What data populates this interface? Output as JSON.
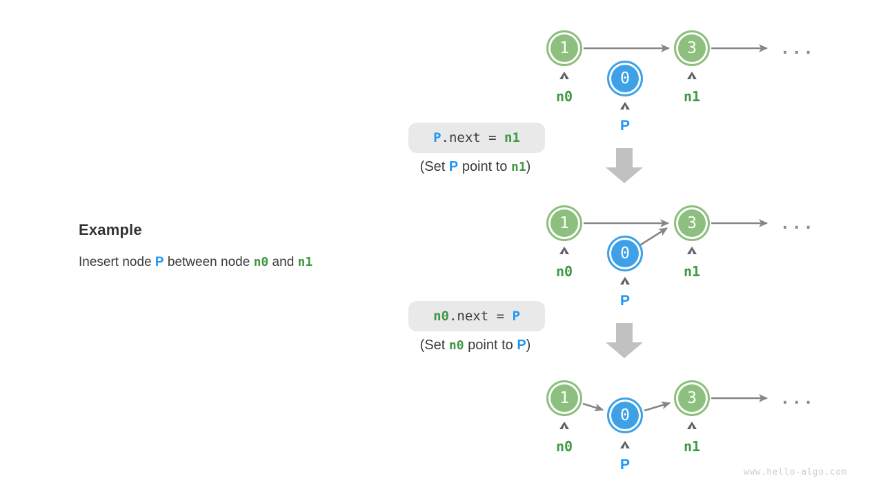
{
  "example": {
    "title": "Example",
    "description": [
      "Inesert node ",
      "P",
      " between node ",
      "n0",
      " and ",
      "n1"
    ]
  },
  "steps": [
    {
      "code": [
        "P",
        ".next = ",
        "n1"
      ],
      "caption": [
        "(Set ",
        "P",
        " point to ",
        "n1",
        ")"
      ]
    },
    {
      "code": [
        "n0",
        ".next = ",
        "P"
      ],
      "caption": [
        "(Set ",
        "n0",
        " point to ",
        "P",
        ")"
      ]
    }
  ],
  "diagram": {
    "node_n0_value": "1",
    "node_n1_value": "3",
    "node_p_value": "0",
    "label_n0": "n0",
    "label_n1": "n1",
    "label_p": "P",
    "ellipsis": "..."
  },
  "colors": {
    "node_green": "#8DBF7E",
    "node_blue": "#3EA1E8",
    "text_green": "#3F9845",
    "text_blue": "#2196F3",
    "text_dark": "#3A3A3A",
    "arrow_gray": "#868686",
    "block_arrow_gray": "#C1C1C1",
    "code_bg": "#E9E9E9"
  },
  "watermark": "www.hello-algo.com"
}
